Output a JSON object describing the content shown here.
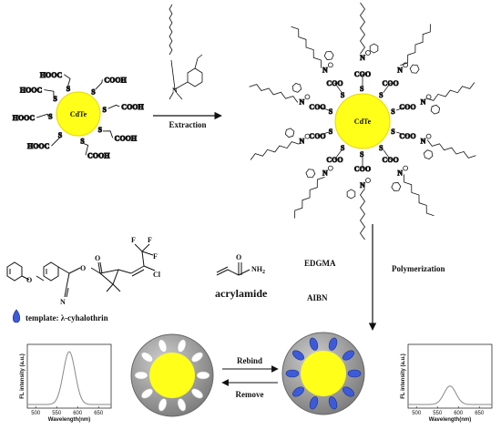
{
  "colors": {
    "core": "#ffff1a",
    "core_stroke": "#e6d800",
    "shell": "#9a9a9a",
    "cavity_empty": "#ffffff",
    "cavity_filled": "#3d5bd9",
    "line": "#111111",
    "spectrum": "#888888"
  },
  "core": {
    "label": "CdTe"
  },
  "arrows": {
    "extraction": "Extraction",
    "polymerization": "Polymerization",
    "rebind": "Rebind",
    "remove": "Remove"
  },
  "ligand_labels": {
    "carboxyl_acid": "COOH",
    "carboxyl_acid_left": "HOOC",
    "carboxylate": "COO",
    "sulfur": "S",
    "nitrogen": "N"
  },
  "reagents": {
    "monomer": "acrylamide",
    "crosslinker": "EDGMA",
    "initiator": "AIBN",
    "amide_group": "NH",
    "amide_sub": "2"
  },
  "template": {
    "label": "template: λ-cyhalothrin",
    "atoms": {
      "fluorine": "F",
      "chlorine": "Cl",
      "nitrile": "N",
      "oxygen": "O"
    }
  },
  "spectra": [
    {
      "ylabel": "FL intensity (a.u.)",
      "xlabel": "Wavelength(nm)",
      "ticks": [
        "500",
        "550",
        "600",
        "650"
      ],
      "peak_nm": 580,
      "relative_intensity": 1.0
    },
    {
      "ylabel": "FL intensity (a.u.)",
      "xlabel": "Wavelength(nm)",
      "ticks": [
        "500",
        "550",
        "600",
        "650"
      ],
      "peak_nm": 580,
      "relative_intensity": 0.35
    }
  ]
}
